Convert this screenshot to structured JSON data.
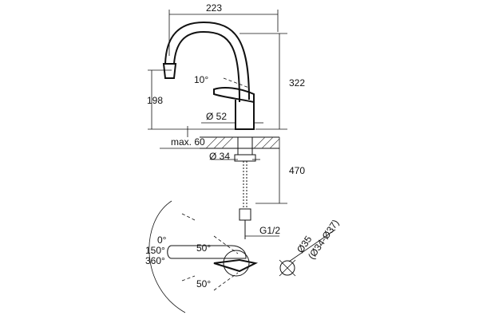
{
  "dimensions": {
    "spout_reach": "223",
    "height_total": "322",
    "spout_height": "198",
    "spout_angle": "10°",
    "body_diameter": "Ø 52",
    "max_thickness": "max. 60",
    "hole_diameter": "Ø 34",
    "hose_length": "470",
    "thread": "G1/2",
    "handle_angle_upper": "50°",
    "handle_angle_lower": "50°",
    "rotation_0": "0°",
    "rotation_150": "150°",
    "rotation_360": "360°",
    "mount_hole": "Ø35",
    "mount_hole_range": "(Ø34-Ø37)"
  }
}
